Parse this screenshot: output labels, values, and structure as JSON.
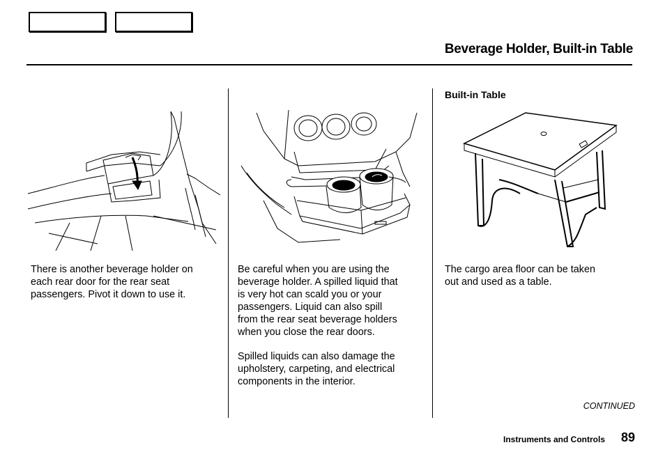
{
  "header": {
    "title": "Beverage Holder, Built-in Table"
  },
  "columns": {
    "left": {
      "figure_icon": "rear-door-beverage-holder-illustration",
      "text": "There is another beverage holder on\neach rear door for the rear seat\npassengers. Pivot it down to use it."
    },
    "middle": {
      "figure_icon": "console-cup-holder-illustration",
      "text_1": "Be careful when you are using the\nbeverage holder. A spilled liquid that\nis very hot can scald you or your\npassengers. Liquid can also spill\nfrom the rear seat beverage holders\nwhen you close the rear doors.",
      "text_2": "Spilled liquids can also damage the\nupholstery, carpeting, and electrical\ncomponents in the interior."
    },
    "right": {
      "subheading": "Built-in Table",
      "figure_icon": "folding-table-illustration",
      "text": "The cargo area floor can be taken\nout and used as a table."
    }
  },
  "footer": {
    "continued": "CONTINUED",
    "section": "Instruments and Controls",
    "page_number": "89"
  }
}
